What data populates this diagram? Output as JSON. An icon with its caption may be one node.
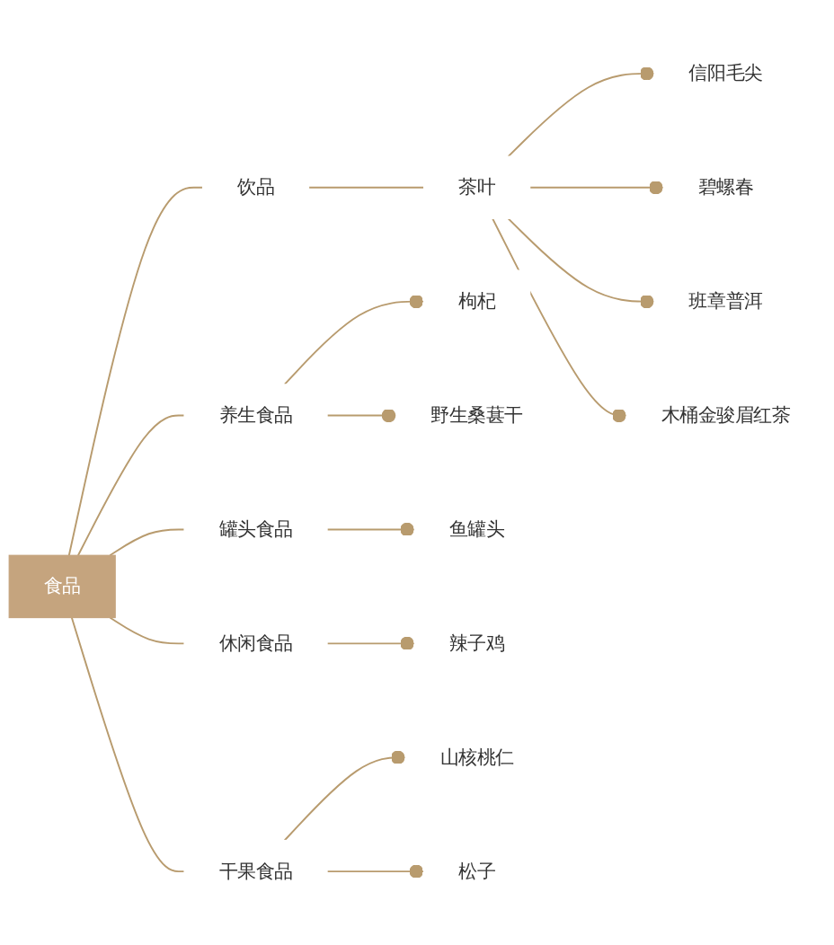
{
  "diagram": {
    "nodes": [
      {
        "text": [
          "食品"
        ]
      },
      {
        "text": [
          "饮品"
        ]
      },
      {
        "text": [
          "茶叶"
        ]
      },
      {
        "text": [
          "信阳毛尖"
        ]
      },
      {
        "text": [
          "碧螺春"
        ]
      },
      {
        "text": [
          "班章普洱"
        ]
      },
      {
        "text": [
          "木桶金骏眉红茶"
        ]
      },
      {
        "text": [
          "养生食品"
        ]
      },
      {
        "text": [
          "枸杞"
        ]
      },
      {
        "text": [
          "野生桑葚干"
        ]
      },
      {
        "text": [
          "罐头食品"
        ]
      },
      {
        "text": [
          "鱼罐头"
        ]
      },
      {
        "text": [
          "休闲食品"
        ]
      },
      {
        "text": [
          "辣子鸡"
        ]
      },
      {
        "text": [
          "干果食品"
        ]
      },
      {
        "text": [
          "山核桃仁"
        ]
      },
      {
        "text": [
          "松子"
        ]
      }
    ],
    "edges": [
      {
        "from": 0,
        "to": 1,
        "arrow": "none"
      },
      {
        "from": 1,
        "to": 2,
        "arrow": "none"
      },
      {
        "from": 2,
        "to": 3,
        "arrow": "other"
      },
      {
        "from": 2,
        "to": 4,
        "arrow": "other"
      },
      {
        "from": 2,
        "to": 5,
        "arrow": "other"
      },
      {
        "from": 2,
        "to": 6,
        "arrow": "other"
      },
      {
        "from": 0,
        "to": 7,
        "arrow": "none"
      },
      {
        "from": 7,
        "to": 8,
        "arrow": "other"
      },
      {
        "from": 7,
        "to": 9,
        "arrow": "other"
      },
      {
        "from": 0,
        "to": 10,
        "arrow": "none"
      },
      {
        "from": 10,
        "to": 11,
        "arrow": "other"
      },
      {
        "from": 0,
        "to": 12,
        "arrow": "none"
      },
      {
        "from": 12,
        "to": 13,
        "arrow": "other"
      },
      {
        "from": 0,
        "to": 14,
        "arrow": "none"
      },
      {
        "from": 14,
        "to": 15,
        "arrow": "other"
      },
      {
        "from": 14,
        "to": 16,
        "arrow": "other"
      }
    ]
  }
}
